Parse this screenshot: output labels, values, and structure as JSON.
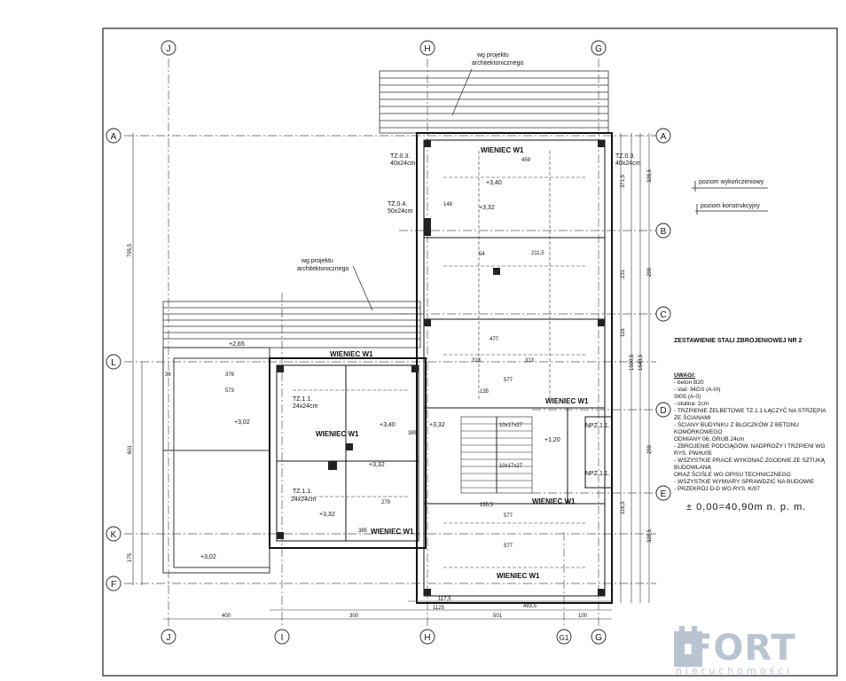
{
  "axes": {
    "top": [
      "J",
      "H",
      "G"
    ],
    "bottom": [
      "J",
      "I",
      "H",
      "G1",
      "G"
    ],
    "left": [
      "A",
      "L",
      "K",
      "F"
    ],
    "right": [
      "A",
      "B",
      "C",
      "D",
      "E"
    ]
  },
  "labels": {
    "wg_proj_top_1": "wg projektu",
    "wg_proj_top_2": "architektonicznego",
    "wg_proj_mid_1": "wg projektu",
    "wg_proj_mid_2": "architektonicznego",
    "wieniec_top": "WIENIEC W1",
    "wieniec_mid": "WIENIEC W1",
    "wieniec_right": "WIENIEC W1",
    "wieniec_low": "WIENIEC W1",
    "wieniec_bottom": "WIENIEC W1",
    "wieniec_k": "WIENIEC W1",
    "wieniec_low_right": "WIENIEC W1",
    "tz_03_left": "TZ.0.3.",
    "tz_03_left_size": "40x24cm",
    "tz_03_right": "TZ.0.3.",
    "tz_03_right_size": "40x24cm",
    "tz_04": "TZ.0.4.",
    "tz_04_size": "50x24cm",
    "tz_11_a": "TZ.1.1.",
    "tz_11_a_size": "24x24cm",
    "tz_11_b": "TZ.1.1.",
    "tz_11_b_size": "24x24cm",
    "npz_11_a": "NPZ.1.1.",
    "npz_11_b": "NPZ.1.1.",
    "stairs_1": "10x17x27",
    "stairs_2": "10x17x27"
  },
  "levels": {
    "lv_340": "+3,40",
    "lv_332_a": "+3,32",
    "lv_265": "+2,65",
    "lv_302_a": "+3,02",
    "lv_340_b": "+3,40",
    "lv_332_b": "+3,32",
    "lv_332_c": "+3,32",
    "lv_332_d": "+3,32",
    "lv_302_b": "+3,02",
    "lv_120": "+1,20"
  },
  "dimensions": {
    "d459": "459",
    "d148": "148",
    "d54": "54",
    "d477": "477",
    "d577a": "577",
    "d577b": "577",
    "d577c": "577",
    "d135": "135",
    "d385a": "385",
    "d385b": "385",
    "d279": "279",
    "d573": "573",
    "d376": "376",
    "d36": "36",
    "d313a": "313",
    "d313b": "313",
    "d300": "300",
    "d400": "400",
    "d501": "501",
    "d100": "100",
    "d1125": "1125",
    "d4835": "483,5",
    "d1175": "117,5",
    "d2115": "211,5",
    "d1355": "135,5",
    "d795": "795,5",
    "d601": "601",
    "d175": "175",
    "d3285a": "328,5",
    "d299a": "299",
    "d299b": "299",
    "d3285b": "328,5",
    "d1643": "1643,5",
    "d1599": "1599,5",
    "d3715": "371,5",
    "d231": "231",
    "d116": "116",
    "d1165": "116,5"
  },
  "legend": {
    "poziom_wyk": "poziom wykończeniowy",
    "poziom_konstr": "poziom konstrukcyjny"
  },
  "schedule_title": "ZESTAWIENIE STALI ZBROJENIOWEJ NR 2",
  "notes": {
    "heading": "UWAGI:",
    "lines": [
      "- beton B20",
      "- stal: 34GS (A-III)",
      "          St0S (A-0)",
      "- otulina: 2cm",
      "- TRZPIENIE ŻELBETOWE TZ.1.1 ŁĄCZYĆ NA STRZĘPIA",
      "   ZE ŚCIANAMI",
      "- ŚCIANY BUDYNKU Z BLOCZKÓW Z BETONU KOMÓRKOWEGO",
      "   ODMIANY 06, GRUB.24cm",
      "- ZBROJENIE PODCIĄGÓW, NADPROŻY I TRZPIENI WG RYS. PW/K/05",
      "- WSZYSTKIE PRACE WYKONAĆ ZGODNIE ZE SZTUKĄ BUDOWLANĄ",
      "   ORAZ ŚCIŚLE WG OPISU TECHNICZNEGO",
      "- WSZYSTKIE WYMIARY SPRAWDZIĆ NA BUDOWIE",
      "- PRZEKRÓJ D-D WG RYS. K/07"
    ]
  },
  "datum": "± 0,00=40,90m n. p. m.",
  "logo": {
    "brand": "FORT",
    "sub": "nieruchomości"
  }
}
